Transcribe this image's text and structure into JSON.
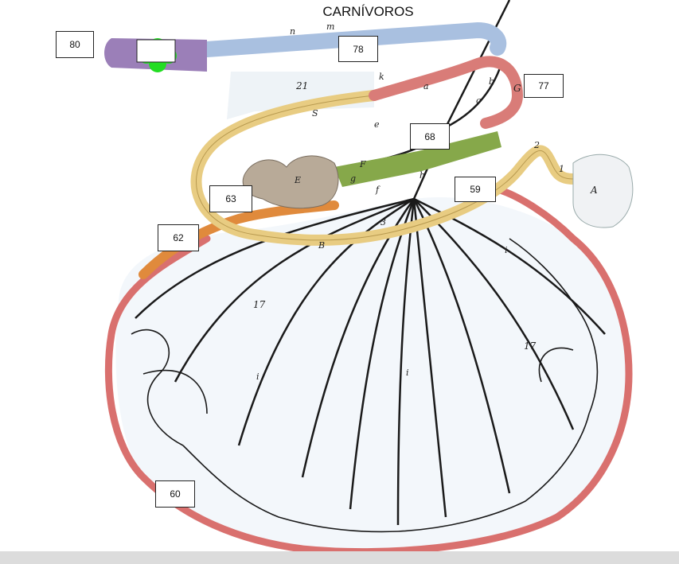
{
  "title": "CARNÍVOROS",
  "label_boxes": [
    "80",
    "78",
    "77",
    "68",
    "59",
    "63",
    "62",
    "60"
  ],
  "figure_letters": {
    "n": "n",
    "m": "m",
    "k": "k",
    "a": "a",
    "b": "b",
    "c": "c",
    "e": "e",
    "f": "f",
    "g": "g",
    "h": "h",
    "i": "i",
    "A": "A",
    "B": "B",
    "E": "E",
    "F": "F",
    "G": "G",
    "S": "S",
    "one": "1",
    "two": "2",
    "three": "3",
    "seventeen": "17",
    "twentyone": "21"
  },
  "colors": {
    "rectum": "#9b7fb8",
    "colon_desc": "#a9c0e0",
    "colon_trans": "#d97c78",
    "jejunum": "#e8cc82",
    "ileum_green": "#86a84a",
    "cecum": "#b8aa98",
    "ileum_orange": "#e08a3c",
    "mesentery": "#f2f6fa",
    "vessel": "#1a1a1a",
    "marker": "#22dd22"
  }
}
